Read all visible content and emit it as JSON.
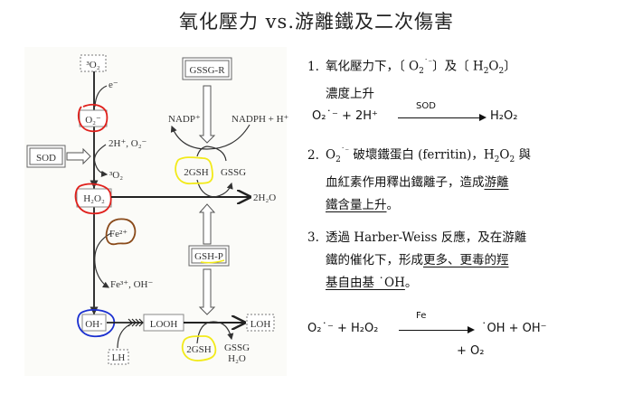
{
  "title": "氧化壓力 vs.游離鐵及二次傷害",
  "diagram": {
    "nodes": {
      "o2_triplet": "³O₂",
      "superoxide": "O₂⁻",
      "sod": "SOD",
      "h2o2": "H₂O₂",
      "hydroxyl": "OH·",
      "looh": "LOOH",
      "loh": "LOH",
      "lh": "LH",
      "gssg_r": "GSSG-R",
      "gsh_p": "GSH-P"
    },
    "labels": {
      "electron": "e⁻",
      "sod_inputs": "2H⁺, O₂⁻",
      "sod_output": "³O₂",
      "fe2": "Fe²⁺",
      "fe3_oh": "Fe³⁺, OH⁻",
      "nadp": "NADP⁺",
      "nadph": "NADPH + H⁺",
      "gsh_upper": "2GSH",
      "gssg_upper": "GSSG",
      "water_out": "2H₂O",
      "gsh_lower": "2GSH",
      "gssg_lower": "GSSG",
      "h2o_lower": "H₂O"
    },
    "highlight_colors": {
      "red": "#e0201c",
      "blue": "#1a2fd0",
      "brown": "#8a4a1a",
      "yellow": "#f2ea1a"
    }
  },
  "notes": [
    {
      "number": "1.",
      "text_a": "氧化壓力下，〔 O",
      "text_b": "〕及〔 H",
      "text_c": "〕",
      "line2": "濃度上升"
    },
    {
      "number": "2.",
      "text_a": "O",
      "text_b": " 破壞鐵蛋白 (ferritin)，H",
      "text_c": " 與",
      "line2_plain": "血紅素作用釋出鐵離子，造成",
      "line2_underlined": "游離",
      "line3_underlined": "鐵含量上升",
      "line3_tail": "。"
    },
    {
      "number": "3.",
      "line1": "透過 Harber-Weiss 反應，及在游離",
      "line2_plain": "鐵的催化下，形成",
      "line2_underlined": "更多、更毒的羥",
      "line3_underlined": "基自由基 ˙OH",
      "line3_tail": "。"
    }
  ],
  "equations": {
    "eq1": {
      "lhs": "O₂˙⁻ + 2H⁺",
      "catalyst": "SOD",
      "rhs": "H₂O₂"
    },
    "eq2": {
      "lhs": "O₂˙⁻ + H₂O₂",
      "catalyst": "Fe",
      "rhs": "˙OH + OH⁻",
      "rhs_line2": "+ O₂"
    }
  }
}
